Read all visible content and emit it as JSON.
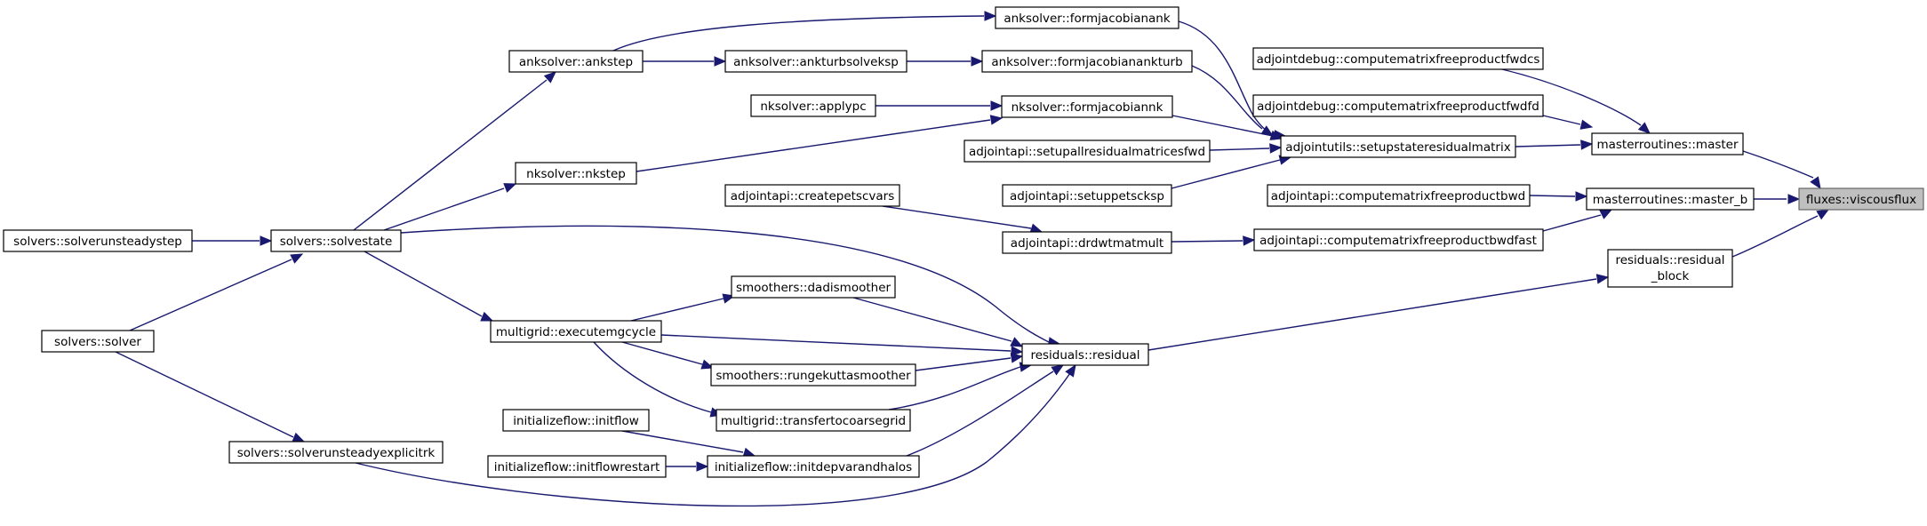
{
  "graph": {
    "nodes": {
      "viscousflux": "fluxes::viscousflux",
      "master": "masterroutines::master",
      "master_b": "masterroutines::master_b",
      "residual_block_1": "residuals::residual",
      "residual_block_2": "_block",
      "cmf_fwdcs": "adjointdebug::computematrixfreeproductfwdcs",
      "cmf_fwdfd": "adjointdebug::computematrixfreeproductfwdfd",
      "setupstateresidualmatrix": "adjointutils::setupstateresidualmatrix",
      "cmf_bwd": "adjointapi::computematrixfreeproductbwd",
      "cmf_bwdfast": "adjointapi::computematrixfreeproductbwdfast",
      "formjacobianank": "anksolver::formjacobianank",
      "formjacobianankturb": "anksolver::formjacobianankturb",
      "formjacobiannk": "nksolver::formjacobiannk",
      "setupallresidualmatricesfwd": "adjointapi::setupallresidualmatricesfwd",
      "setuppetscksp": "adjointapi::setuppetscksp",
      "drdwtmatmult": "adjointapi::drdwtmatmult",
      "createpetscvars": "adjointapi::createpetscvars",
      "ankturbsolveksp": "anksolver::ankturbsolveksp",
      "ankstep": "anksolver::ankstep",
      "applypc": "nksolver::applypc",
      "nkstep": "nksolver::nkstep",
      "solvestate": "solvers::solvestate",
      "solverunsteadystep": "solvers::solverunsteadystep",
      "solver": "solvers::solver",
      "residual": "residuals::residual",
      "dadismoother": "smoothers::dadismoother",
      "executemgcycle": "multigrid::executemgcycle",
      "rungekuttasmoother": "smoothers::rungekuttasmoother",
      "transfertocoarsegrid": "multigrid::transfertocoarsegrid",
      "initflow": "initializeflow::initflow",
      "initflowrestart": "initializeflow::initflowrestart",
      "initdepvarandhalos": "initializeflow::initdepvarandhalos",
      "solverunsteadyexplicitrk": "solvers::solverunsteadyexplicitrk"
    },
    "colors": {
      "edge": "#191970",
      "node_border": "#000000",
      "node_fill": "#ffffff",
      "highlight_fill": "#bfbfbf",
      "highlight_border": "#666666"
    },
    "edges": [
      {
        "from": "master",
        "to": "viscousflux"
      },
      {
        "from": "master_b",
        "to": "viscousflux"
      },
      {
        "from": "residual_block",
        "to": "viscousflux"
      },
      {
        "from": "cmf_fwdcs",
        "to": "master"
      },
      {
        "from": "cmf_fwdfd",
        "to": "master"
      },
      {
        "from": "setupstateresidualmatrix",
        "to": "master"
      },
      {
        "from": "cmf_bwd",
        "to": "master_b"
      },
      {
        "from": "cmf_bwdfast",
        "to": "master_b"
      },
      {
        "from": "residual",
        "to": "residual_block"
      },
      {
        "from": "formjacobianank",
        "to": "setupstateresidualmatrix"
      },
      {
        "from": "formjacobianankturb",
        "to": "setupstateresidualmatrix"
      },
      {
        "from": "formjacobiannk",
        "to": "setupstateresidualmatrix"
      },
      {
        "from": "setupallresidualmatricesfwd",
        "to": "setupstateresidualmatrix"
      },
      {
        "from": "setuppetscksp",
        "to": "setupstateresidualmatrix"
      },
      {
        "from": "drdwtmatmult",
        "to": "cmf_bwdfast"
      },
      {
        "from": "createpetscvars",
        "to": "drdwtmatmult"
      },
      {
        "from": "ankstep",
        "to": "formjacobianank"
      },
      {
        "from": "ankturbsolveksp",
        "to": "formjacobianankturb"
      },
      {
        "from": "ankstep",
        "to": "ankturbsolveksp"
      },
      {
        "from": "applypc",
        "to": "formjacobiannk"
      },
      {
        "from": "nkstep",
        "to": "formjacobiannk"
      },
      {
        "from": "solvestate",
        "to": "ankstep"
      },
      {
        "from": "solvestate",
        "to": "nkstep"
      },
      {
        "from": "solverunsteadystep",
        "to": "solvestate"
      },
      {
        "from": "solver",
        "to": "solvestate"
      },
      {
        "from": "solvestate",
        "to": "residual"
      },
      {
        "from": "dadismoother",
        "to": "residual"
      },
      {
        "from": "executemgcycle",
        "to": "residual"
      },
      {
        "from": "rungekuttasmoother",
        "to": "residual"
      },
      {
        "from": "transfertocoarsegrid",
        "to": "residual"
      },
      {
        "from": "initdepvarandhalos",
        "to": "residual"
      },
      {
        "from": "solverunsteadyexplicitrk",
        "to": "residual"
      },
      {
        "from": "executemgcycle",
        "to": "dadismoother"
      },
      {
        "from": "executemgcycle",
        "to": "rungekuttasmoother"
      },
      {
        "from": "executemgcycle",
        "to": "transfertocoarsegrid"
      },
      {
        "from": "solvestate",
        "to": "executemgcycle"
      },
      {
        "from": "initflow",
        "to": "initdepvarandhalos"
      },
      {
        "from": "initflowrestart",
        "to": "initdepvarandhalos"
      },
      {
        "from": "solver",
        "to": "solverunsteadyexplicitrk"
      }
    ]
  }
}
